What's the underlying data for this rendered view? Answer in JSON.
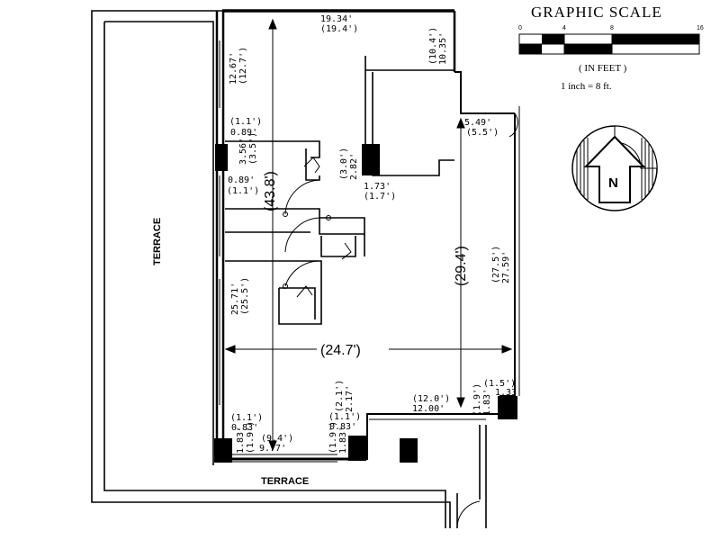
{
  "scale": {
    "title": "GRAPHIC SCALE",
    "ticks": [
      "0",
      "4",
      "8",
      "16"
    ],
    "unit": "( IN FEET )",
    "ratio": "1 inch = 8   ft."
  },
  "north": {
    "label": "N"
  },
  "terraces": {
    "west": "TERRACE",
    "south": "TERRACE"
  },
  "dims": {
    "top_width": "19.34'",
    "top_width_m": "(19.4')",
    "wall_upper": "12.67'",
    "wall_upper_m": "(12.7')",
    "notch_a": "(1.1')",
    "notch_b": "0.89'",
    "col_a": "3.56'",
    "col_b": "(3.5')",
    "notch_c": "0.89'",
    "notch_d": "(1.1')",
    "ne_a": "(10.4')",
    "ne_b": "10.35'",
    "ne_c": "5.49'",
    "ne_d": "(5.5')",
    "core_a": "(3.0')",
    "core_b": "2.82'",
    "core_c": "1.73'",
    "core_d": "(1.7')",
    "depth": "(43.8')",
    "depth_east": "(29.4')",
    "east_wall": "(27.5')",
    "east_wall_b": "27.59'",
    "wall_lower": "25.71'",
    "wall_lower_m": "(25.5')",
    "width": "(24.7')",
    "sw_a": "(1.1')",
    "sw_b": "0.83'",
    "sw_c": "1.83'",
    "sw_d": "(1.9')",
    "south_a": "(9.4')",
    "south_b": "9.77'",
    "mid_a": "(2.1')",
    "mid_b": "2.17'",
    "mid_c": "(1.1')",
    "mid_d": "0.83'",
    "mid_e": "(1.9')",
    "mid_f": "1.83'",
    "se_a": "(12.0')",
    "se_b": "12.00'",
    "se_c": "(1.9')",
    "se_d": "1.83'",
    "se_e": "(1.5')",
    "se_f": "1.33'"
  }
}
